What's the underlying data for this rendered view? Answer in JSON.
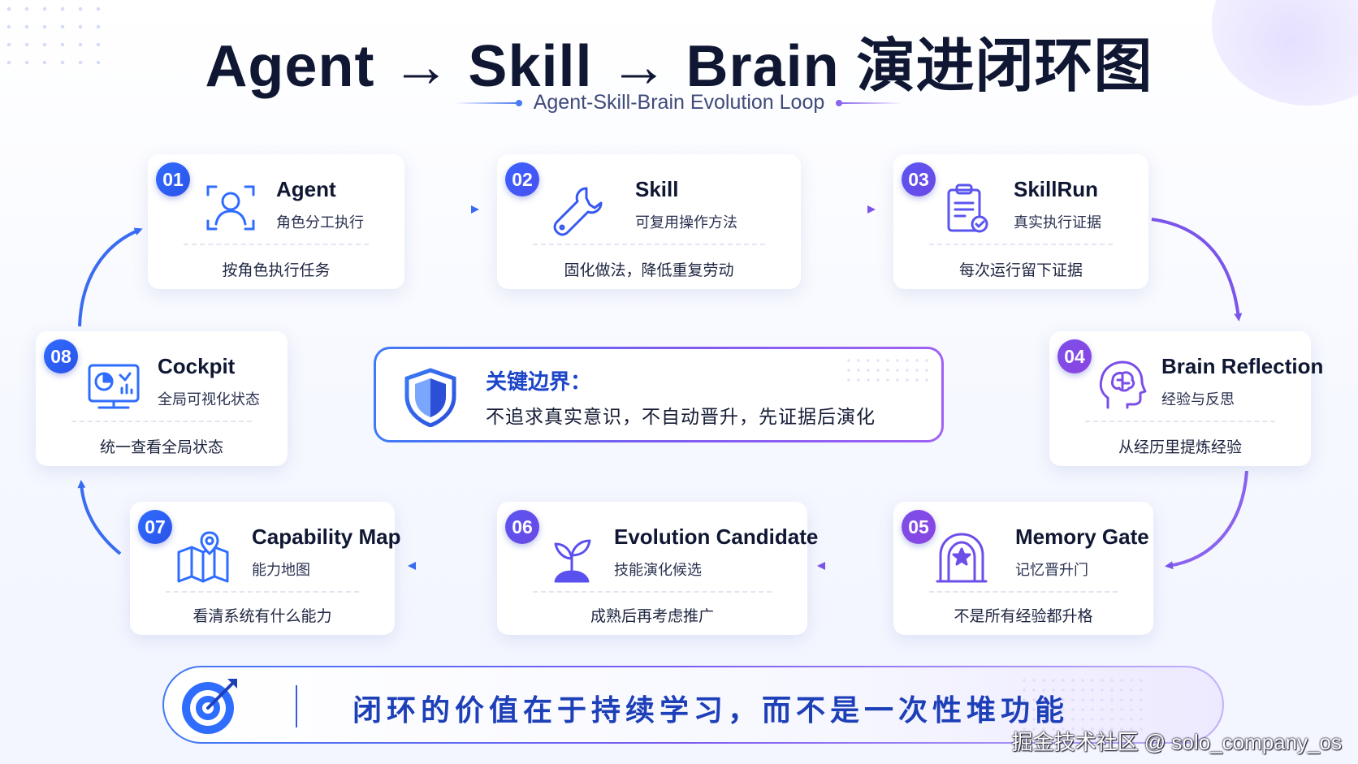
{
  "header": {
    "title": "Agent → Skill → Brain 演进闭环图",
    "subtitle": "Agent-Skill-Brain Evolution Loop"
  },
  "steps": [
    {
      "num": "01",
      "name": "Agent",
      "sub": "角色分工执行",
      "desc": "按角色执行任务",
      "icon": "user-focus-icon"
    },
    {
      "num": "02",
      "name": "Skill",
      "sub": "可复用操作方法",
      "desc": "固化做法，降低重复劳动",
      "icon": "wrench-icon"
    },
    {
      "num": "03",
      "name": "SkillRun",
      "sub": "真实执行证据",
      "desc": "每次运行留下证据",
      "icon": "clipboard-check-icon"
    },
    {
      "num": "04",
      "name": "Brain Reflection",
      "sub": "经验与反思",
      "desc": "从经历里提炼经验",
      "icon": "brain-head-icon"
    },
    {
      "num": "05",
      "name": "Memory Gate",
      "sub": "记忆晋升门",
      "desc": "不是所有经验都升格",
      "icon": "star-gate-icon"
    },
    {
      "num": "06",
      "name": "Evolution Candidate",
      "sub": "技能演化候选",
      "desc": "成熟后再考虑推广",
      "icon": "sprout-icon"
    },
    {
      "num": "07",
      "name": "Capability Map",
      "sub": "能力地图",
      "desc": "看清系统有什么能力",
      "icon": "map-pin-icon"
    },
    {
      "num": "08",
      "name": "Cockpit",
      "sub": "全局可视化状态",
      "desc": "统一查看全局状态",
      "icon": "dashboard-icon"
    }
  ],
  "center": {
    "title": "关键边界：",
    "text": "不追求真实意识，不自动晋升，先证据后演化",
    "icon": "shield-icon"
  },
  "footer": {
    "text": "闭环的价值在于持续学习，而不是一次性堆功能",
    "icon": "target-arrow-icon"
  },
  "watermark": "掘金技术社区 @ solo_company_os",
  "colors": {
    "blue": "#2f6dff",
    "purple": "#7b4ee8",
    "title": "#0f1733",
    "accent_text": "#1d3fb8"
  }
}
